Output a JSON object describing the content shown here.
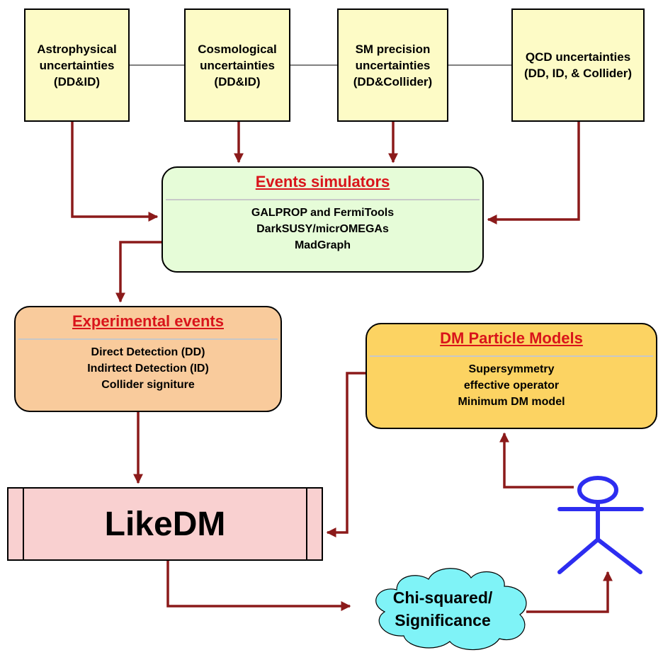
{
  "uncertainty_boxes": [
    {
      "label": "Astrophysical\nuncertainties\n(DD&ID)"
    },
    {
      "label": "Cosmological\nuncertainties\n(DD&ID)"
    },
    {
      "label": "SM precision\nuncertainties\n(DD&Collider)"
    },
    {
      "label": "QCD uncertainties\n(DD, ID, & Collider)"
    }
  ],
  "events_simulators": {
    "title": "Events simulators",
    "lines": [
      "GALPROP and FermiTools",
      "DarkSUSY/micrOMEGAs",
      "MadGraph"
    ]
  },
  "experimental_events": {
    "title": "Experimental events",
    "lines": [
      "Direct Detection (DD)",
      "Indirtect Detection (ID)",
      "Collider signiture"
    ]
  },
  "dm_particle_models": {
    "title": "DM Particle Models",
    "lines": [
      "Supersymmetry",
      "effective operator",
      "Minimum DM model"
    ]
  },
  "likedm": {
    "title": "LikeDM"
  },
  "result": {
    "line1": "Chi-squared/",
    "line2": "Significance"
  },
  "colors": {
    "arrow": "#8b1a1a",
    "uncertainty_fill": "#fdfbc6",
    "simulator_fill": "#e6fcd8",
    "experimental_fill": "#f9cb9c",
    "models_fill": "#fcd362",
    "likedm_fill": "#f9d0d0",
    "cloud_fill": "#7ff3f7",
    "user_figure": "#2d2df0",
    "title_red": "#d9141b"
  }
}
